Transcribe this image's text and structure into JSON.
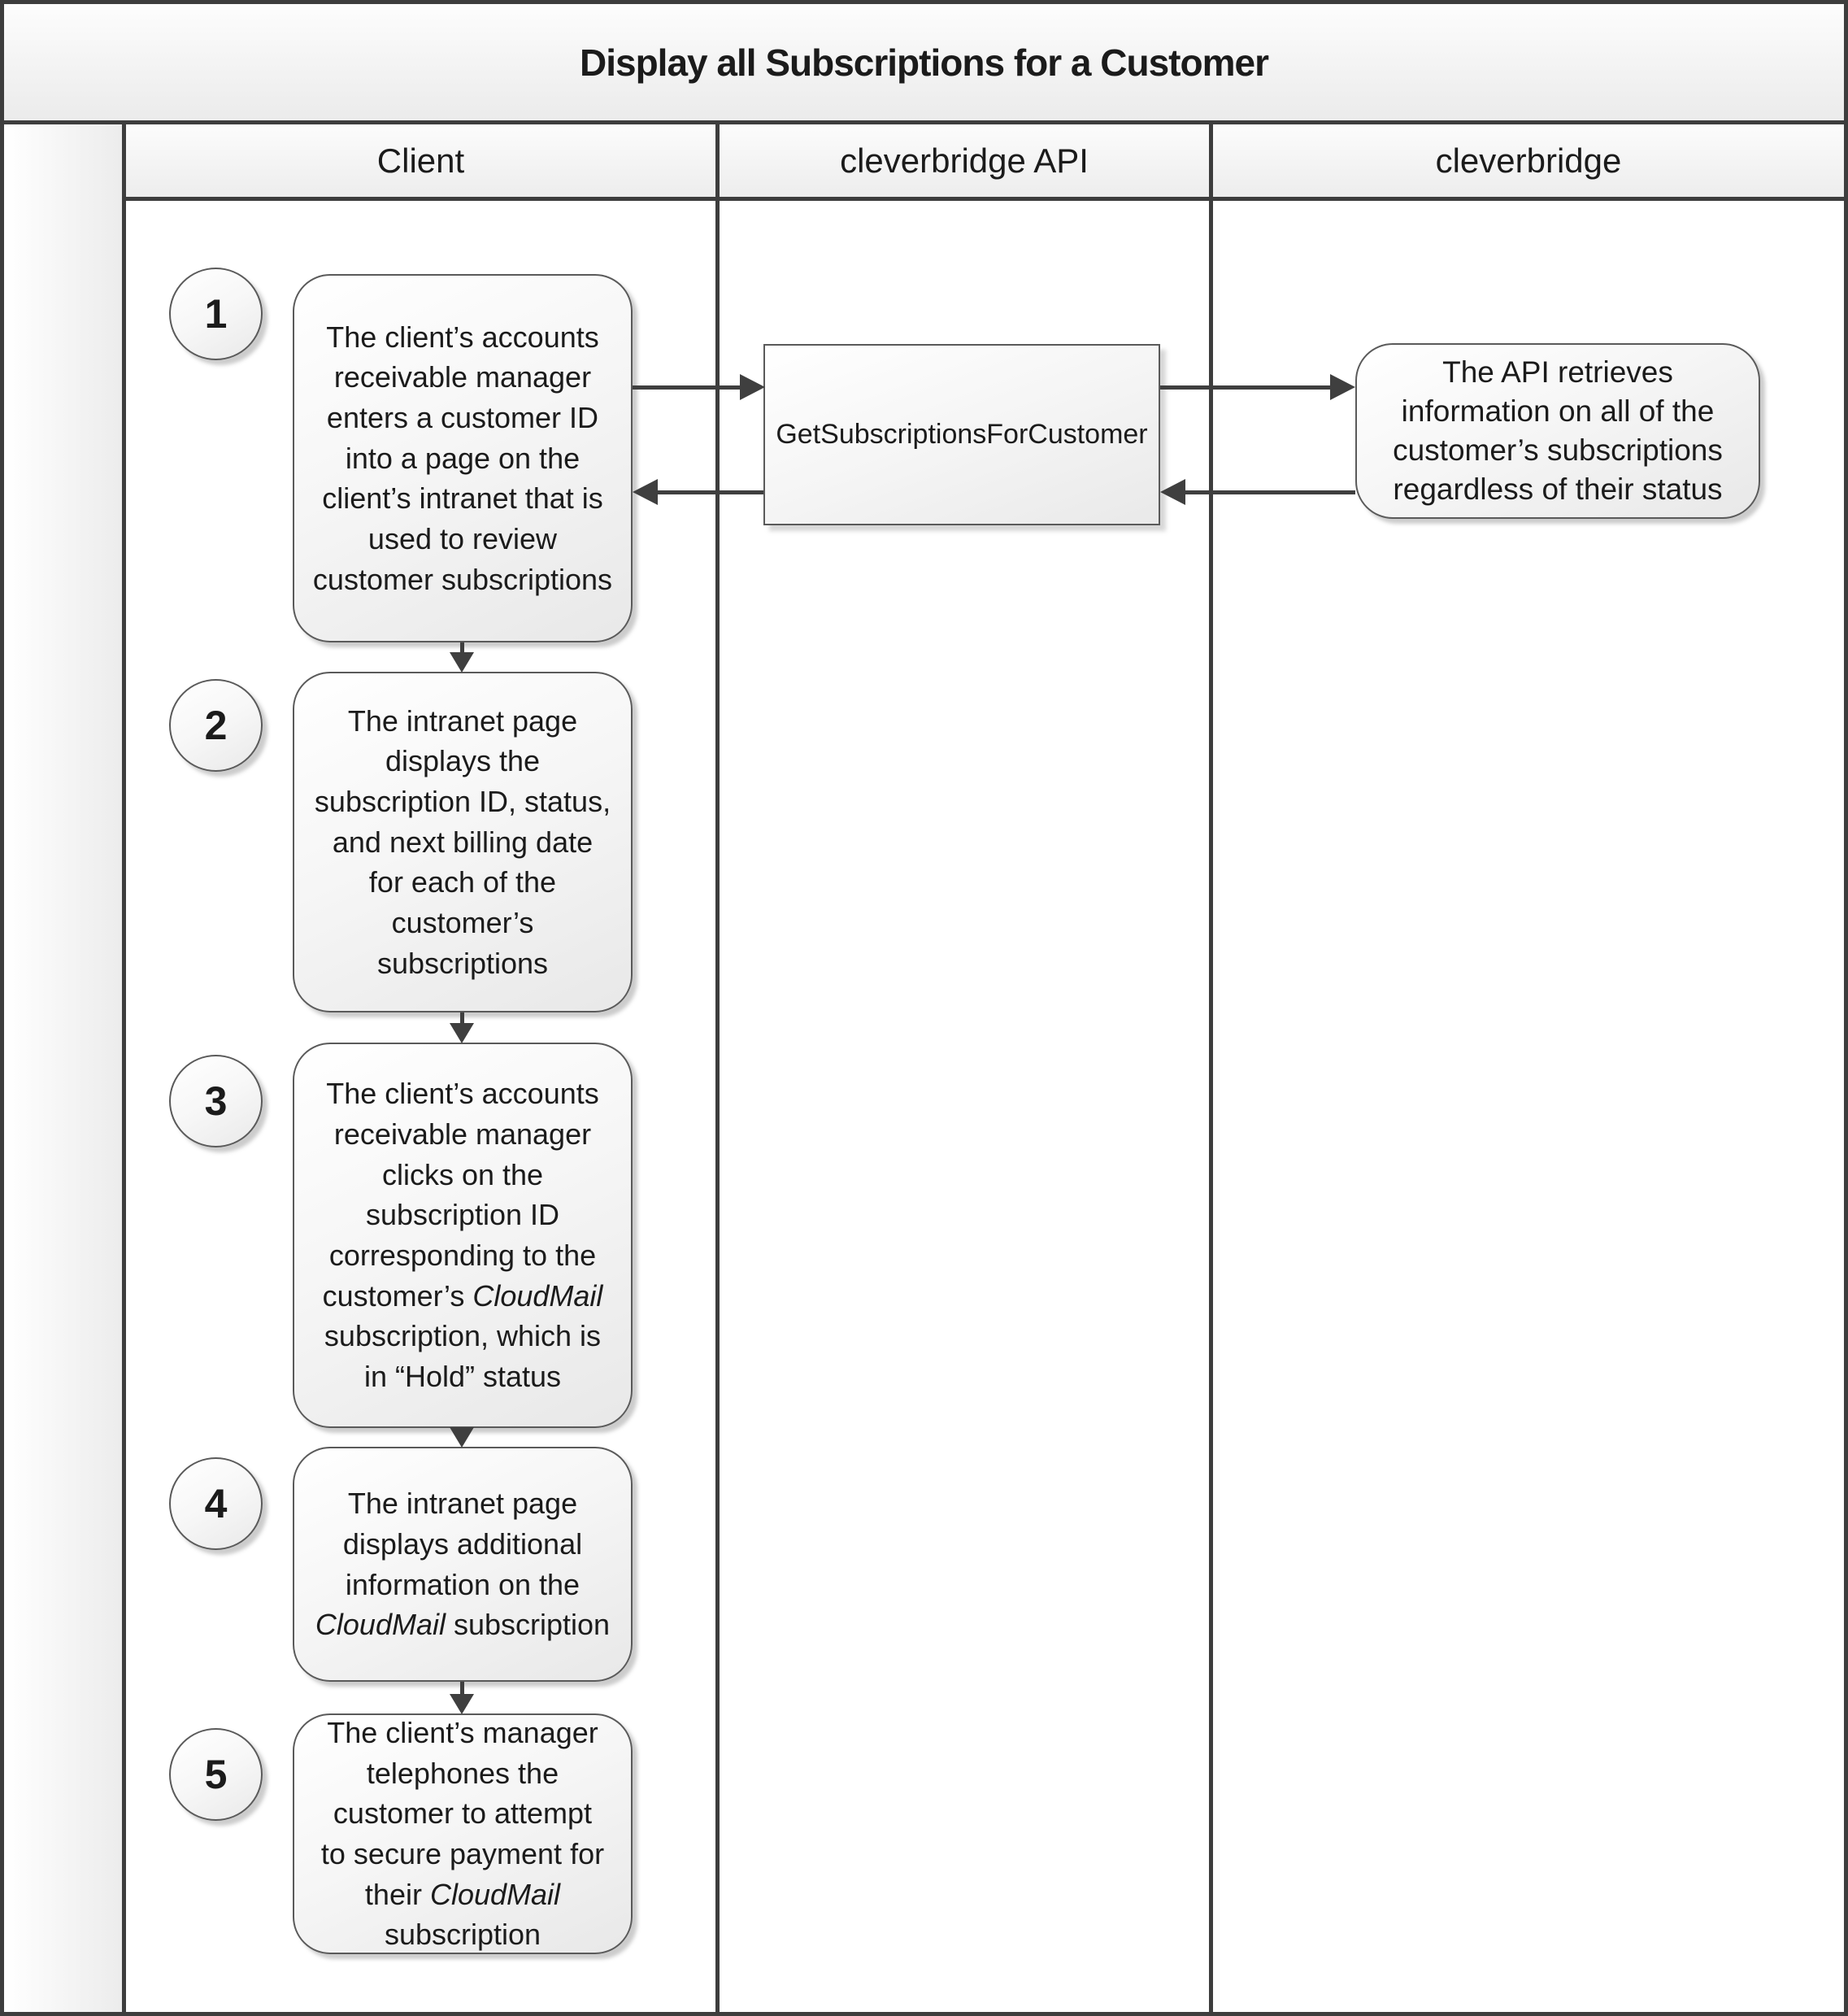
{
  "title": "Display all Subscriptions for a Customer",
  "lanes": [
    {
      "label": "Client"
    },
    {
      "label": "cleverbridge API"
    },
    {
      "label": "cleverbridge"
    }
  ],
  "steps": [
    {
      "number": "1",
      "text": "The client’s accounts\nreceivable manager\nenters a customer ID\ninto a page on the\nclient’s intranet that is\nused to review\ncustomer subscriptions"
    },
    {
      "number": "2",
      "text": "The intranet page\ndisplays the\nsubscription ID, status,\nand next billing date\nfor each of the\ncustomer’s\nsubscriptions"
    },
    {
      "number": "3",
      "text": "The client’s accounts\nreceivable manager\nclicks on the\nsubscription ID\ncorresponding to the\ncustomer’s *CloudMail*\nsubscription, which is\nin “Hold” status"
    },
    {
      "number": "4",
      "text": "The intranet page\ndisplays additional\ninformation on the\n*CloudMail* subscription"
    },
    {
      "number": "5",
      "text": "The client’s manager\ntelephones the\ncustomer to attempt\nto secure payment for\ntheir *CloudMail*\nsubscription"
    }
  ],
  "api_box": {
    "label": "GetSubscriptionsForCustomer"
  },
  "cleverbridge_box": {
    "text": "The API retrieves\ninformation on all of the\ncustomer’s subscriptions\nregardless of their status"
  },
  "colors": {
    "line": "#3f3f3f",
    "border": "#5a5a5a",
    "fill_light": "#ffffff",
    "fill_dark": "#e8e8e8"
  }
}
